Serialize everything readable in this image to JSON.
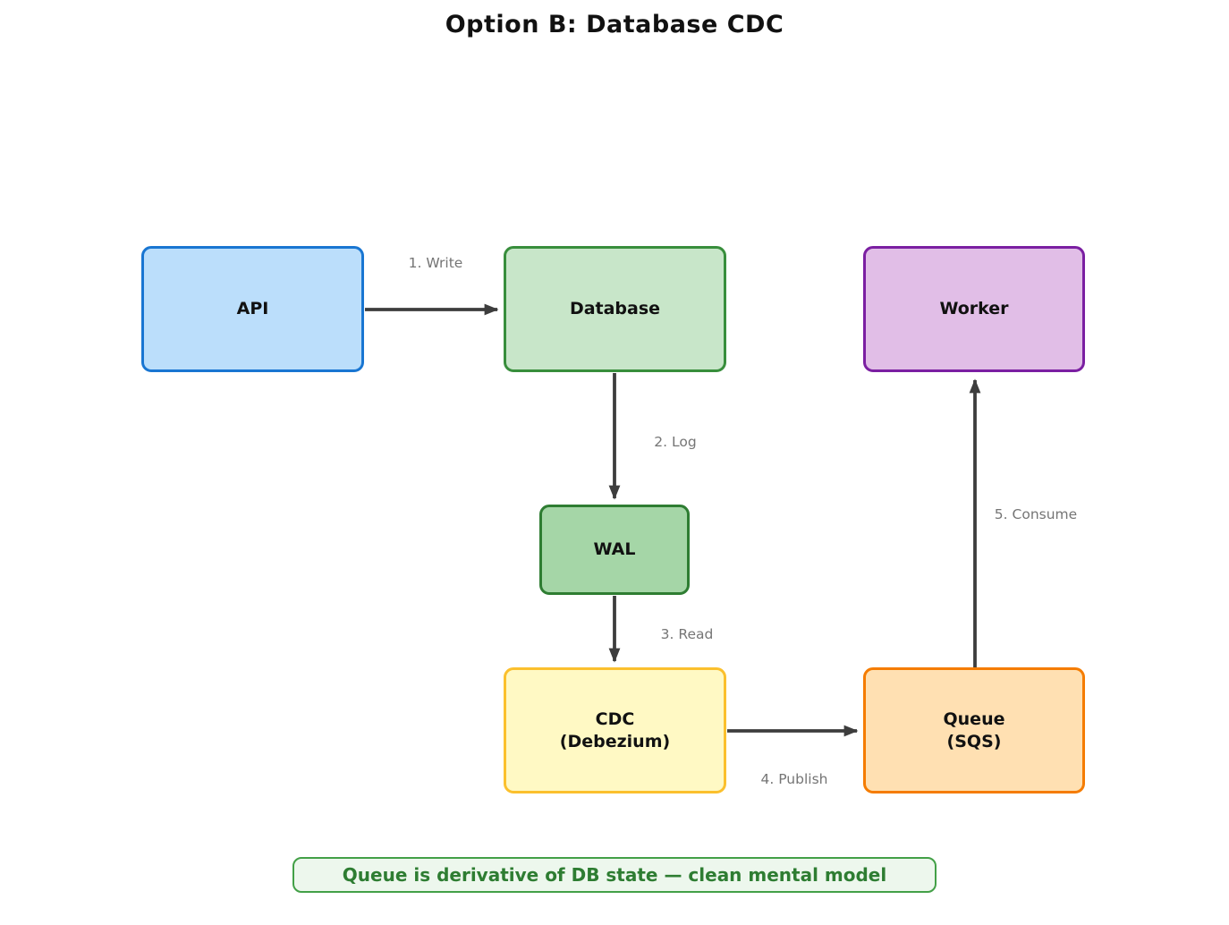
{
  "title": "Option B: Database CDC",
  "colors": {
    "title_text": "#111111",
    "node_label": "#111111",
    "arrow": "#3d3d3d",
    "edge_label": "#757575"
  },
  "nodes": {
    "api": {
      "label": "API",
      "fill": "#bbdefb",
      "border": "#1976d2"
    },
    "database": {
      "label": "Database",
      "fill": "#c8e6c9",
      "border": "#388e3c"
    },
    "worker": {
      "label": "Worker",
      "fill": "#e1bee7",
      "border": "#7b1fa2"
    },
    "wal": {
      "label": "WAL",
      "fill": "#a5d6a7",
      "border": "#2e7d32"
    },
    "cdc": {
      "label_line1": "CDC",
      "label_line2": "(Debezium)",
      "fill": "#fff9c4",
      "border": "#fbc02d"
    },
    "queue": {
      "label_line1": "Queue",
      "label_line2": "(SQS)",
      "fill": "#ffe0b2",
      "border": "#f57c00"
    }
  },
  "edges": [
    {
      "label": "1. Write",
      "from": "api",
      "to": "database"
    },
    {
      "label": "2. Log",
      "from": "database",
      "to": "wal"
    },
    {
      "label": "3. Read",
      "from": "wal",
      "to": "cdc"
    },
    {
      "label": "4. Publish",
      "from": "cdc",
      "to": "queue"
    },
    {
      "label": "5. Consume",
      "from": "queue",
      "to": "worker"
    }
  ],
  "note": {
    "text": "Queue is derivative of DB state — clean mental model",
    "text_color": "#2e7d32",
    "background": "#edf7ed",
    "border": "#43a047"
  }
}
